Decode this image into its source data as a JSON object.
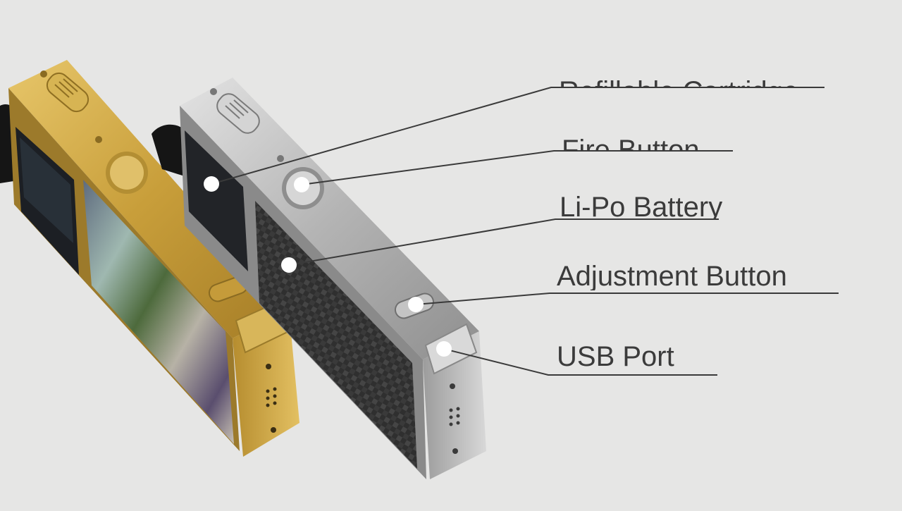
{
  "callouts": [
    {
      "label": "Refillable Cartridge"
    },
    {
      "label": "Fire Button"
    },
    {
      "label": "Li-Po Battery"
    },
    {
      "label": "Adjustment Button"
    },
    {
      "label": "USB Port"
    }
  ],
  "colors": {
    "background": "#e6e6e5",
    "text": "#3b3b3b",
    "leader_line": "#3a3a3a",
    "marker": "#ffffff",
    "gold_body": "#c9a13c",
    "silver_body": "#b9b9b9",
    "carbon_panel": "#3a3a3a"
  }
}
